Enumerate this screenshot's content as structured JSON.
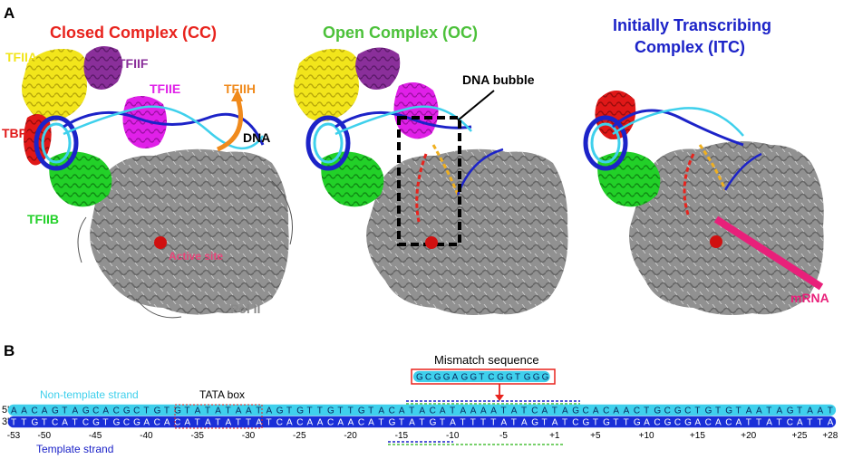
{
  "panel_a": {
    "letter": "A",
    "cc_title": "Closed Complex (CC)",
    "oc_title": "Open Complex (OC)",
    "itc_title_1": "Initially Transcribing",
    "itc_title_2": "Complex (ITC)",
    "labels": {
      "tfiia": "TFIIA",
      "tfiif": "TFIIF",
      "tfiie": "TFIIE",
      "tfiih": "TFIIH",
      "tbp": "TBP",
      "dna": "DNA",
      "tfiib": "TFIIB",
      "active_site": "Active site",
      "pol2": "Pol II",
      "bubble": "DNA bubble",
      "mrna": "mRNA"
    }
  },
  "panel_b": {
    "letter": "B",
    "mismatch_label": "Mismatch sequence",
    "mismatch_seq": "GCGGAGGTCGGTGGG",
    "nontemplate_label": "Non-template strand",
    "template_label": "Template strand",
    "tata_label": "TATA box",
    "five_prime": "5'",
    "three_prime": "3'",
    "top_seq": "AACAGTAGCACGCTGTGTATATAATAGTGTTGTTGTACATACATAAAATATCATAGCACAACTGCGCTGTGTAATAGTAAT",
    "bottom_seq": "TTGTCATCGTGCGACACATATATTATCACAACAACATGTATGTATTTTATAGTATCGTGTTGACGCGACACATTATCATTA",
    "ticks": [
      "-53",
      "-50",
      "-45",
      "-40",
      "-35",
      "-30",
      "-25",
      "-20",
      "-15",
      "-10",
      "-5",
      "+1",
      "+5",
      "+10",
      "+15",
      "+20",
      "+25",
      "+28"
    ]
  },
  "colors": {
    "cc": "#e8231d",
    "oc": "#4cc13a",
    "itc": "#1c23c8",
    "tfiia": "#f2e51b",
    "tfiif": "#8a2f9a",
    "tfiie": "#e020e8",
    "tfiih": "#f08a1c",
    "tbp": "#e01818",
    "tfiib": "#22d028",
    "active_site": "#e8457a",
    "pol2": "#8a8a8a",
    "mrna": "#e8207a",
    "nontemplate": "#3fd0ec",
    "template": "#1a2fd8"
  }
}
